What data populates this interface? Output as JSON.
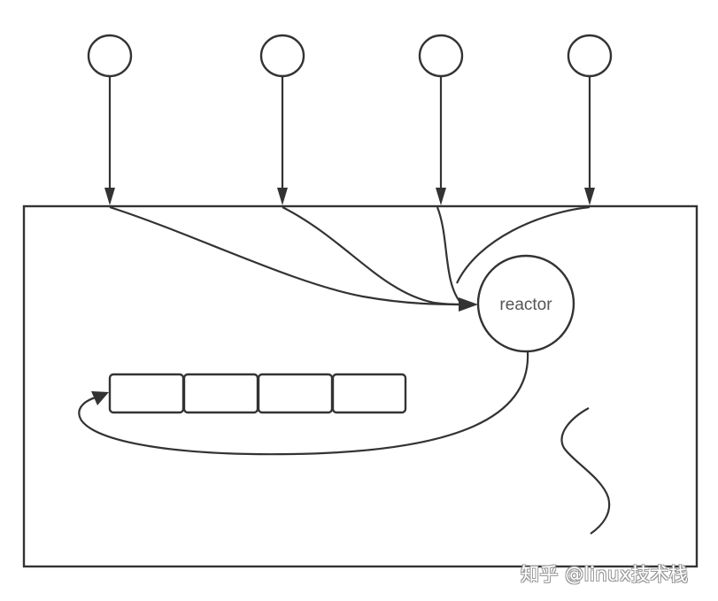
{
  "diagram": {
    "reactor": {
      "label": "reactor"
    },
    "clients": [
      {
        "id": "client-1"
      },
      {
        "id": "client-2"
      },
      {
        "id": "client-3"
      },
      {
        "id": "client-4"
      }
    ],
    "queue": {
      "slots": 4
    },
    "thread_symbol": "wavy-line",
    "colors": {
      "stroke": "#333333",
      "label": "#555555",
      "background": "#ffffff",
      "watermark_outline": "#9a9a9a"
    }
  },
  "watermark": {
    "text": "知乎 @linux技术栈"
  }
}
